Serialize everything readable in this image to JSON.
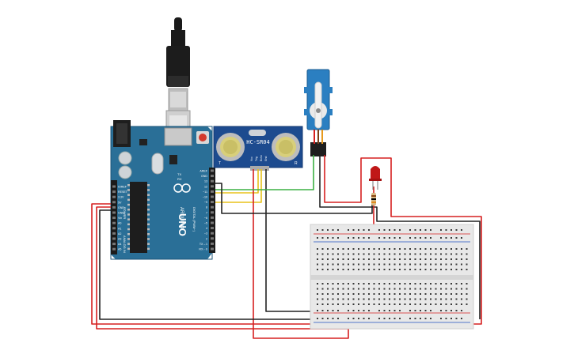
{
  "arduino": {
    "brand": "ARDUINO",
    "model": "UNO",
    "power_label": "POWER",
    "analog_label": "ANALOG IN",
    "digital_label": "DIGITAL (PWM~)",
    "tx_label": "TX",
    "rx_label": "RX",
    "aref_label": "AREF",
    "gnd_label": "GND",
    "left_pins": [
      "IOREF",
      "RESET",
      "3.3V",
      "5V",
      "GND",
      "GND",
      "Vin"
    ],
    "analog_pins": [
      "A0",
      "A1",
      "A2",
      "A3",
      "A4",
      "A5"
    ],
    "digital_pins": [
      "13",
      "12",
      "~11",
      "~10",
      "~9",
      "8",
      "7",
      "~6",
      "~5",
      "4",
      "~3",
      "2",
      "TX→1",
      "RX←0"
    ]
  },
  "sensor": {
    "model": "HC-SR04",
    "pins": [
      "Vcc",
      "Trig",
      "Echo",
      "Gnd"
    ],
    "corner_left": "T",
    "corner_right": "R"
  },
  "colors": {
    "board": "#2a6f97",
    "sensor": "#1d4b8f",
    "servo": "#2b7fc1",
    "wire_red": "#d62020",
    "wire_black": "#222222",
    "wire_green": "#3cb043",
    "wire_yellow": "#e8c21a",
    "led": "#c01818",
    "breadboard": "#e8e8e8"
  },
  "icons": {
    "usb": "usb-cable-icon",
    "logo": "arduino-infinity-logo-icon"
  }
}
